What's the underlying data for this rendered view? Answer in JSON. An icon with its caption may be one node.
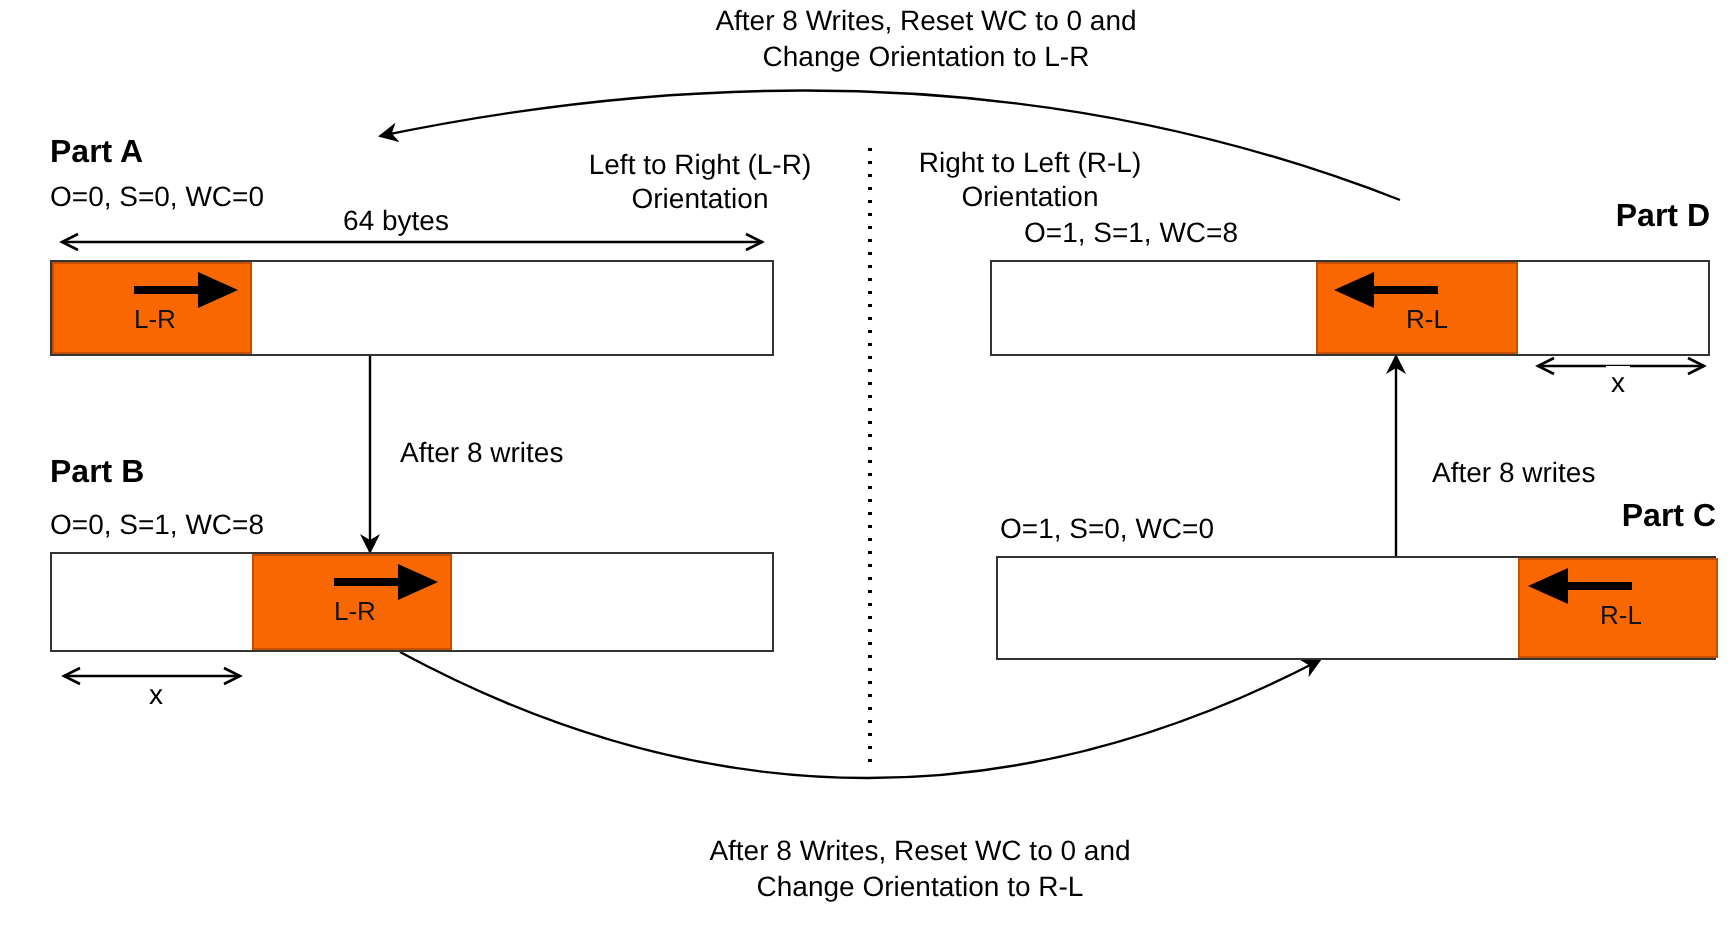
{
  "diagram": {
    "nodes": [
      {
        "text": [
          "Part A",
          "O=0, S=0, WC=0"
        ]
      },
      {
        "text": [
          "L-R"
        ],
        "in": 0
      },
      {
        "text": [
          "Part B",
          "O=0, S=1, WC=8"
        ]
      },
      {
        "text": [
          "L-R"
        ],
        "in": 2
      },
      {
        "text": [
          "Part C",
          "O=1, S=0, WC=0"
        ]
      },
      {
        "text": [
          "R-L"
        ],
        "in": 4
      },
      {
        "text": [
          "Part D",
          "O=1, S=1, WC=8"
        ]
      },
      {
        "text": [
          "R-L"
        ],
        "in": 6
      }
    ],
    "edges": [
      {
        "from": 0,
        "to": 2,
        "arrow": "to",
        "label": "After 8 writes"
      },
      {
        "from": 2,
        "to": 4,
        "arrow": "to",
        "label": "After 8 Writes, Reset WC to 0 and Change Orientation to R-L"
      },
      {
        "from": 4,
        "to": 6,
        "arrow": "to",
        "label": "After 8 writes"
      },
      {
        "from": 6,
        "to": 0,
        "arrow": "to",
        "label": "After 8 Writes, Reset WC to 0 and Change Orientation to L-R"
      }
    ],
    "labels": [
      "Left to Right (L-R) Orientation",
      "Right to Left (R-L) Orientation",
      "64 bytes",
      "x",
      "x"
    ]
  }
}
